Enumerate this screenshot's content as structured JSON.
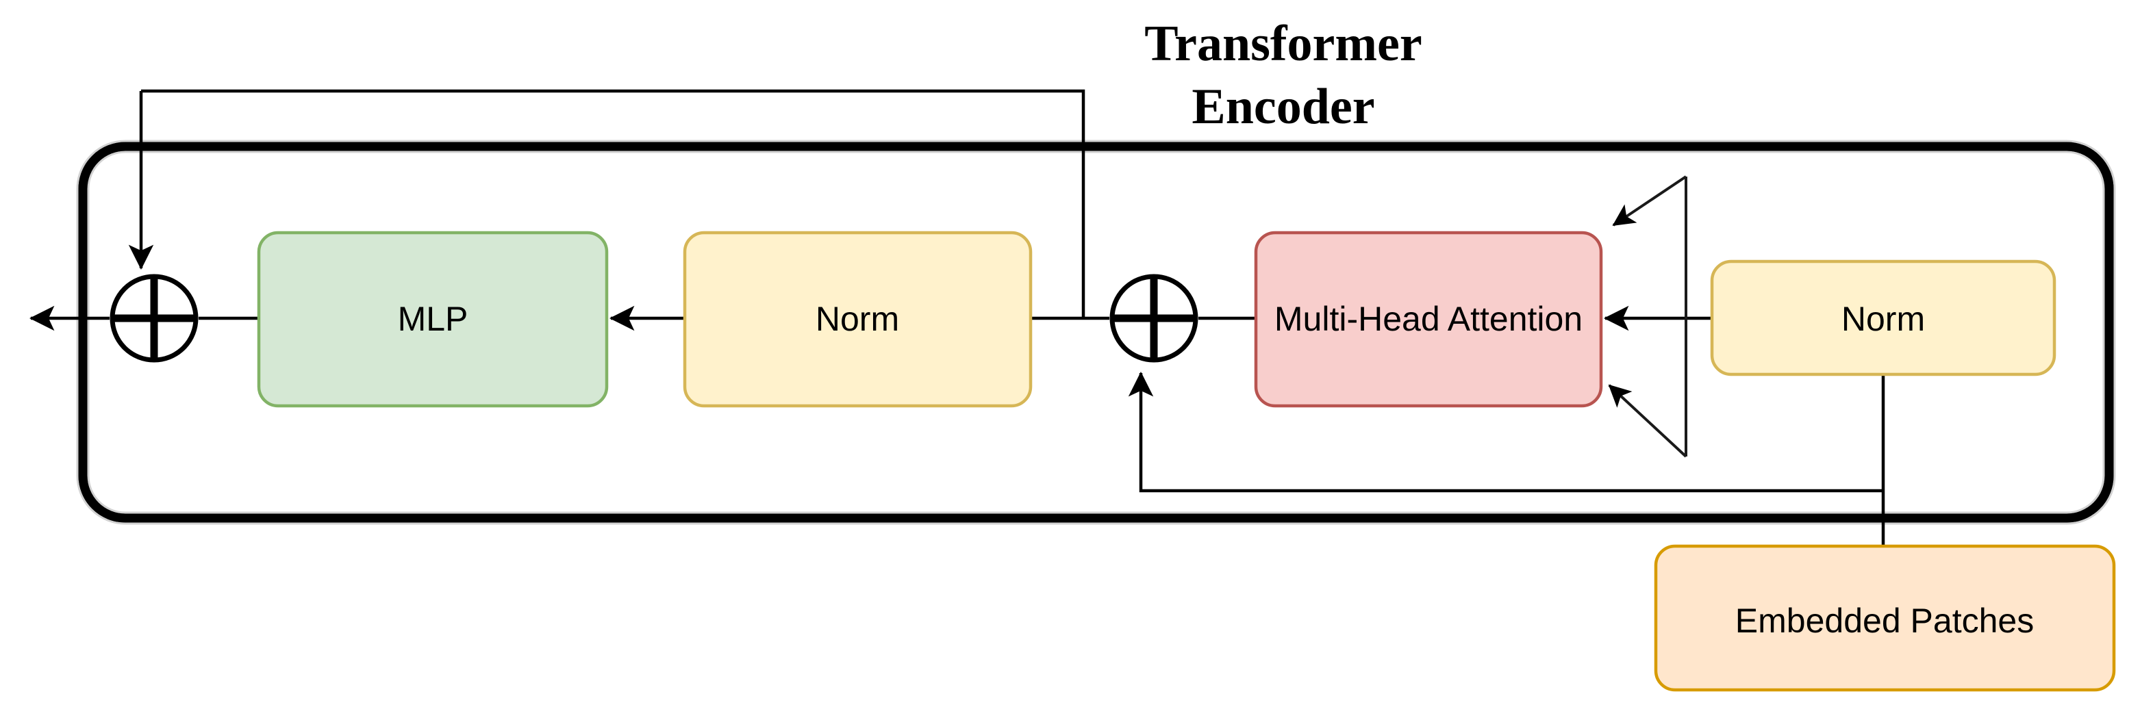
{
  "diagram_title": {
    "line1": "Transformer",
    "line2": "Encoder"
  },
  "encoder": {
    "border_color": "#000000"
  },
  "nodes": {
    "mlp": {
      "label": "MLP",
      "fill": "#d5e8d4",
      "border": "#82b366"
    },
    "norm_pre_mlp": {
      "label": "Norm",
      "fill": "#fff2cc",
      "border": "#d6b656"
    },
    "multi_head_attention": {
      "label": "Multi-Head Attention",
      "fill": "#f8cecc",
      "border": "#b85450"
    },
    "norm_pre_attention": {
      "label": "Norm",
      "fill": "#fff2cc",
      "border": "#d6b656"
    },
    "embedded_patches": {
      "label": "Embedded Patches",
      "fill": "#ffe6cc",
      "border": "#d79b00"
    }
  },
  "icons": {
    "left_add": "plus-circle",
    "right_add": "plus-circle"
  },
  "colors": {
    "line": "#000000",
    "fan_line": "#1a1a1a",
    "background": "#ffffff",
    "text": "#000000"
  }
}
